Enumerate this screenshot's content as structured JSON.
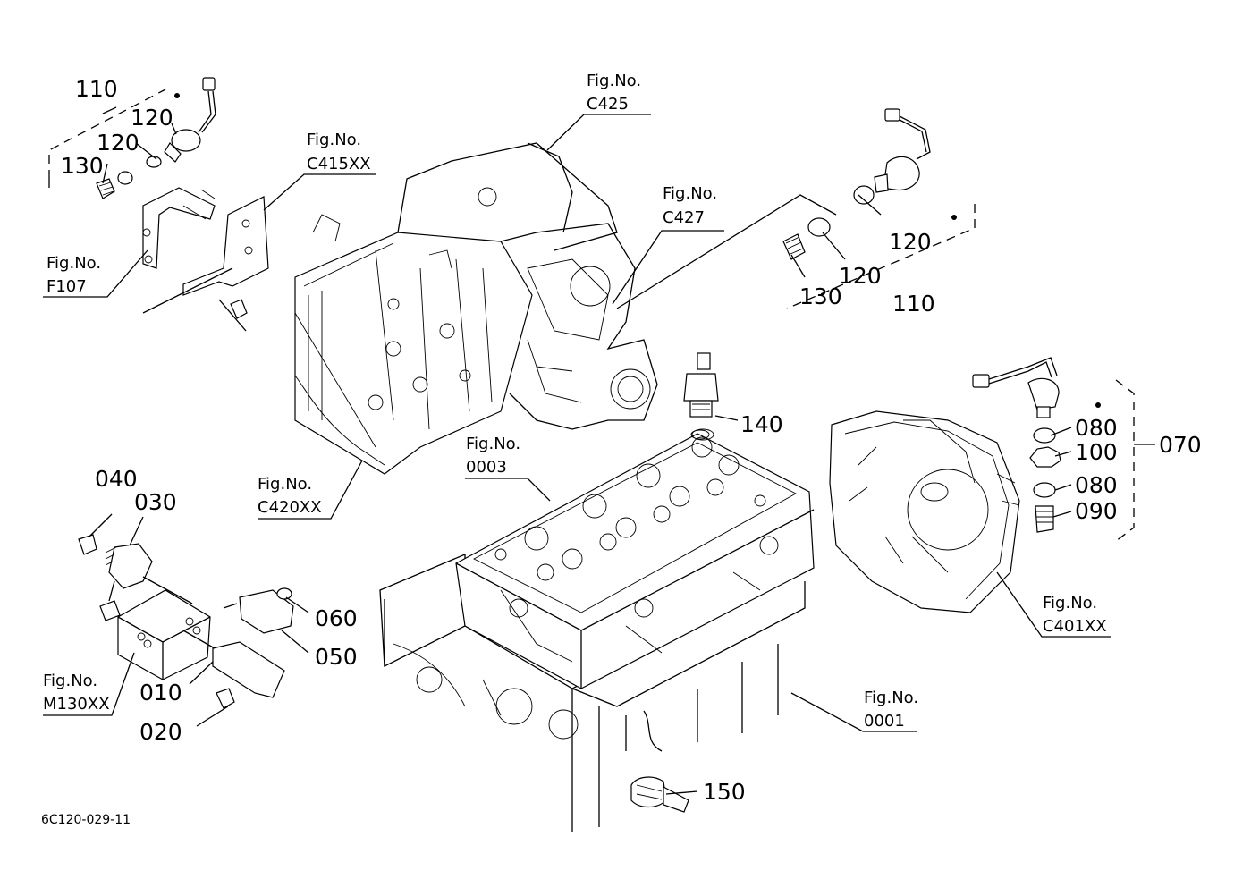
{
  "part_numbers": {
    "p110_left": "110",
    "p120_left_top": "120",
    "p120_left_mid": "120",
    "p130_left": "130",
    "p120_right_top": "120",
    "p120_right_mid": "120",
    "p130_right": "130",
    "p110_right": "110",
    "p140": "140",
    "p080_top": "080",
    "p100": "100",
    "p080_bottom": "080",
    "p090": "090",
    "p070": "070",
    "p040": "040",
    "p030": "030",
    "p060": "060",
    "p050": "050",
    "p010": "010",
    "p020": "020",
    "p150": "150"
  },
  "figure_refs": [
    {
      "label": "Fig.No.",
      "code": "C425"
    },
    {
      "label": "Fig.No.",
      "code": "C415XX"
    },
    {
      "label": "Fig.No.",
      "code": "C427"
    },
    {
      "label": "Fig.No.",
      "code": "F107"
    },
    {
      "label": "Fig.No.",
      "code": "C420XX"
    },
    {
      "label": "Fig.No.",
      "code": "0003"
    },
    {
      "label": "Fig.No.",
      "code": "C401XX"
    },
    {
      "label": "Fig.No.",
      "code": "M130XX"
    },
    {
      "label": "Fig.No.",
      "code": "0001"
    }
  ],
  "drawing_code": "6C120-029-11"
}
